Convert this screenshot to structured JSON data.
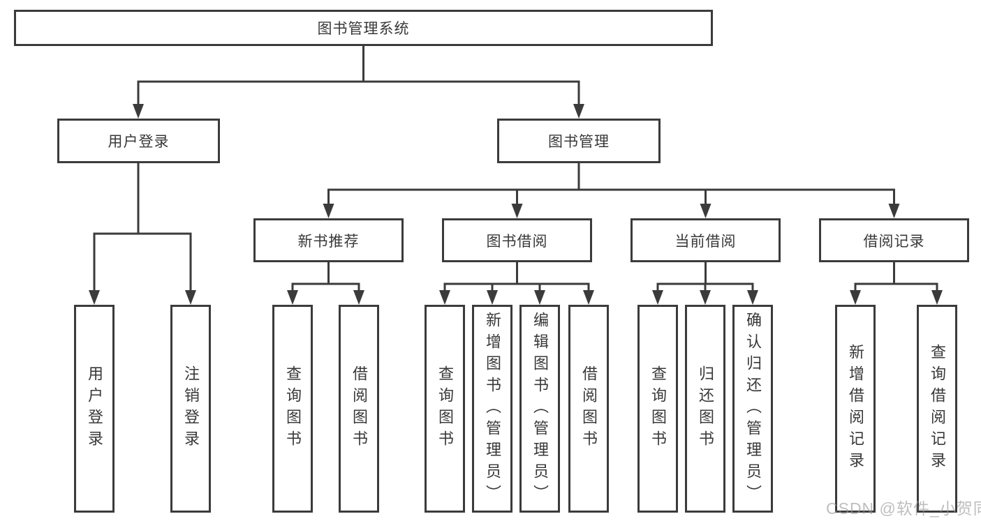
{
  "diagram": {
    "tree": {
      "label": "图书管理系统",
      "children": [
        {
          "label": "用户登录",
          "children": [
            {
              "label": "用户登录"
            },
            {
              "label": "注销登录"
            }
          ]
        },
        {
          "label": "图书管理",
          "children": [
            {
              "label": "新书推荐",
              "children": [
                {
                  "label": "查询图书"
                },
                {
                  "label": "借阅图书"
                }
              ]
            },
            {
              "label": "图书借阅",
              "children": [
                {
                  "label": "查询图书"
                },
                {
                  "label": "新增图书（管理员）"
                },
                {
                  "label": "编辑图书（管理员）"
                },
                {
                  "label": "借阅图书"
                }
              ]
            },
            {
              "label": "当前借阅",
              "children": [
                {
                  "label": "查询图书"
                },
                {
                  "label": "归还图书"
                },
                {
                  "label": "确认归还（管理员）"
                }
              ]
            },
            {
              "label": "借阅记录",
              "children": [
                {
                  "label": "新增借阅记录"
                },
                {
                  "label": "查询借阅记录"
                }
              ]
            }
          ]
        }
      ]
    },
    "colors": {
      "line": "#3b3b3b",
      "text": "#383838",
      "background": "#ffffff",
      "watermark": "#b9b9b9"
    }
  },
  "watermark": {
    "text": "CSDN @软件_小贺同学"
  }
}
